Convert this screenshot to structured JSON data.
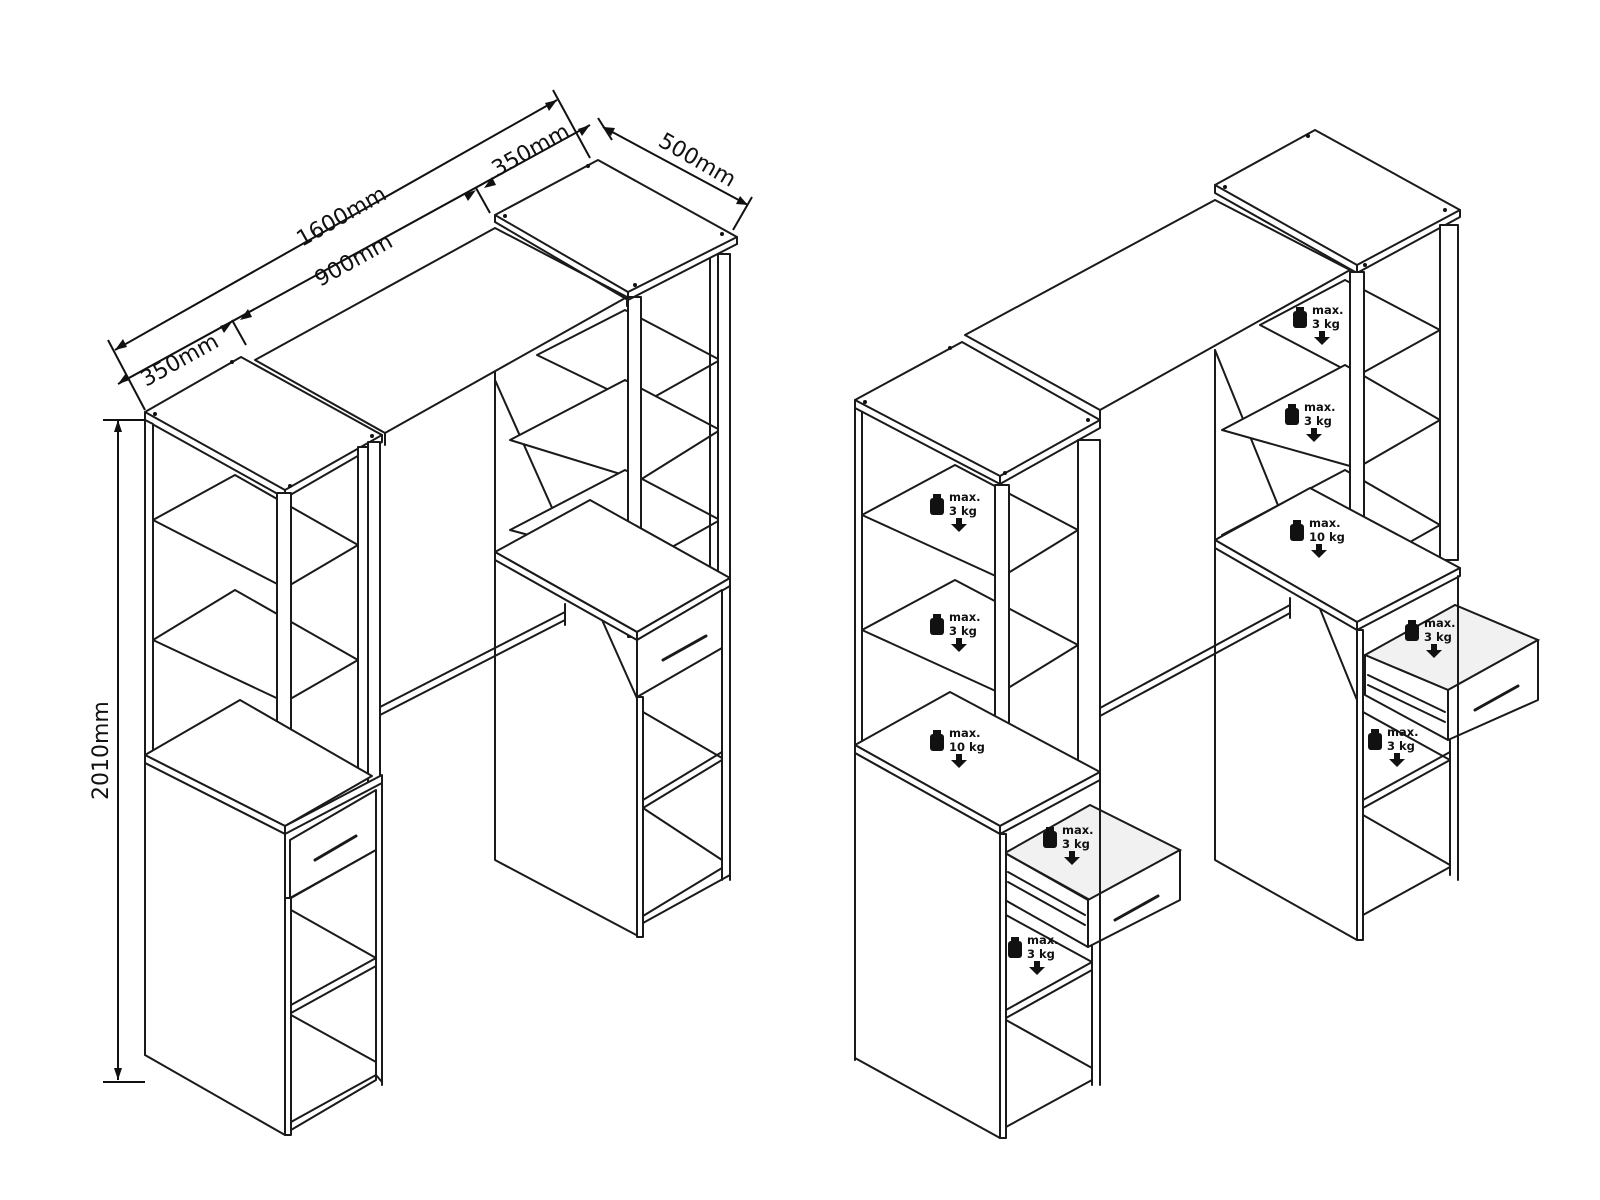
{
  "dimensions": {
    "total_width": "1600mm",
    "middle_width": "900mm",
    "left_tower_width": "350mm",
    "right_tower_width": "350mm",
    "depth": "500mm",
    "height": "2010mm"
  },
  "load_labels": [
    {
      "line1": "max.",
      "line2": "3 kg"
    },
    {
      "line1": "max.",
      "line2": "3 kg"
    },
    {
      "line1": "max.",
      "line2": "10 kg"
    },
    {
      "line1": "max.",
      "line2": "3 kg"
    },
    {
      "line1": "max.",
      "line2": "3 kg"
    },
    {
      "line1": "max.",
      "line2": "3 kg"
    },
    {
      "line1": "max.",
      "line2": "3 kg"
    },
    {
      "line1": "max.",
      "line2": "10 kg"
    },
    {
      "line1": "max.",
      "line2": "3 kg"
    },
    {
      "line1": "max.",
      "line2": "3 kg"
    }
  ]
}
